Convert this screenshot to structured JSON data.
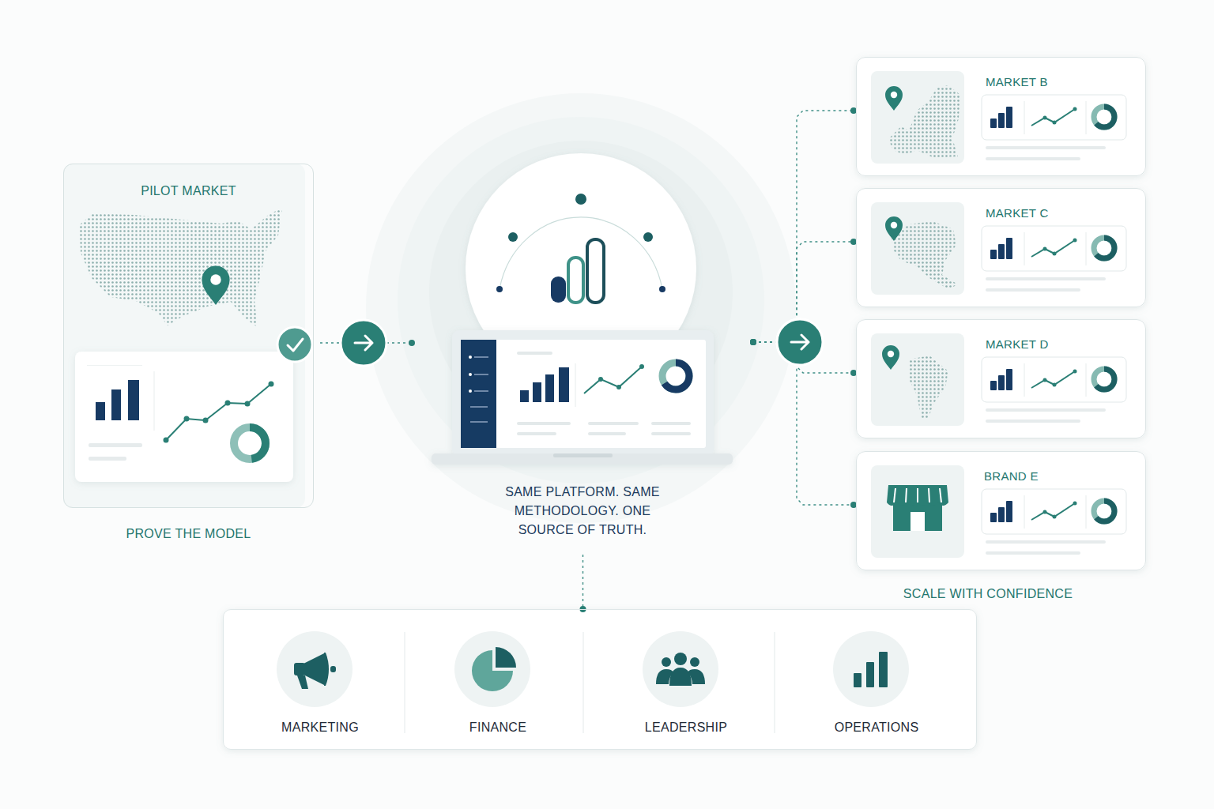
{
  "diagram": {
    "nodes": [
      {
        "text": [
          "PILOT MARKET",
          "PROVE THE MODEL"
        ]
      },
      {
        "text": [
          "SAME PLATFORM. SAME METHODOLOGY. ONE SOURCE OF TRUTH."
        ]
      },
      {
        "text": [
          "MARKET B"
        ]
      },
      {
        "text": [
          "MARKET C"
        ]
      },
      {
        "text": [
          "MARKET D"
        ]
      },
      {
        "text": [
          "BRAND E"
        ]
      },
      {
        "text": []
      },
      {
        "text": [
          "MARKETING"
        ],
        "in": 6
      },
      {
        "text": [
          "FINANCE"
        ],
        "in": 6
      },
      {
        "text": [
          "LEADERSHIP"
        ],
        "in": 6
      },
      {
        "text": [
          "OPERATIONS"
        ],
        "in": 6
      }
    ],
    "edges": [
      {
        "from": 0,
        "to": 1,
        "arrow": "to"
      },
      {
        "from": 1,
        "to": 2,
        "arrow": "to"
      },
      {
        "from": 1,
        "to": 3,
        "arrow": "to"
      },
      {
        "from": 1,
        "to": 4,
        "arrow": "to"
      },
      {
        "from": 1,
        "to": 5,
        "arrow": "to"
      },
      {
        "from": 1,
        "to": 6,
        "arrow": "none"
      }
    ],
    "labels": [
      "SCALE WITH CONFIDENCE"
    ]
  }
}
